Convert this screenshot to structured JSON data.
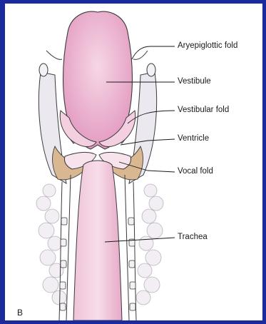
{
  "figure": {
    "panel_letter": "B",
    "labels": [
      {
        "id": "aryepiglottic-fold",
        "text": "Aryepiglottic fold"
      },
      {
        "id": "vestibule",
        "text": "Vestibule"
      },
      {
        "id": "vestibular-fold",
        "text": "Vestibular fold"
      },
      {
        "id": "ventricle",
        "text": "Ventricle"
      },
      {
        "id": "vocal-fold",
        "text": "Vocal fold"
      },
      {
        "id": "trachea",
        "text": "Trachea"
      }
    ]
  },
  "colors": {
    "border": "#1b2a9c",
    "mucosa": "#e8a6c6",
    "mucosa_light": "#f3cfe0",
    "cartilage_tan": "#d9b891",
    "outline": "#3a3a3a",
    "pale_tissue": "#ece8f0"
  }
}
